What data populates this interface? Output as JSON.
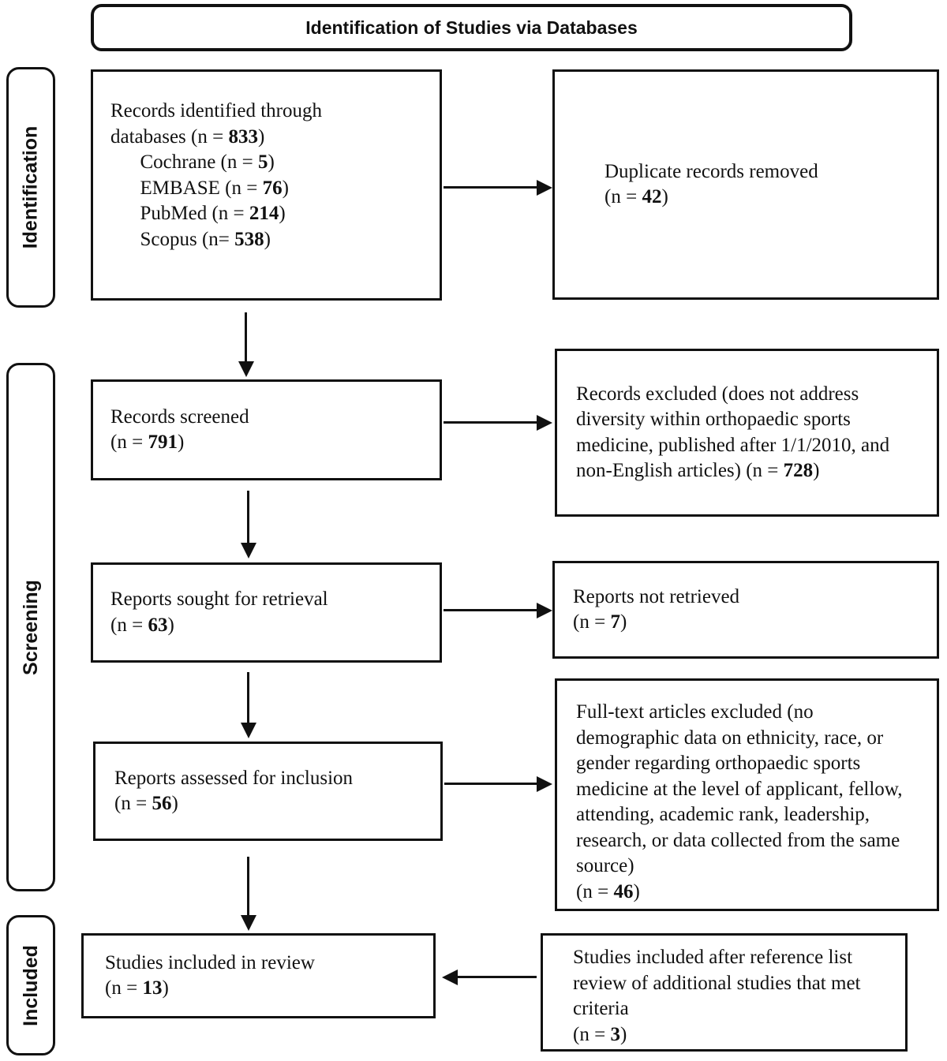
{
  "header": {
    "title": "Identification of Studies via Databases"
  },
  "sidebar": {
    "identification": "Identification",
    "screening": "Screening",
    "included": "Included"
  },
  "boxes": {
    "records_identified": {
      "lines": [
        "Records identified through",
        "databases (n = **833**)",
        "      Cochrane (n = **5**)",
        "      EMBASE (n = **76**)",
        "      PubMed (n = **214**)",
        "      Scopus (n= **538**)"
      ]
    },
    "duplicates_removed": {
      "lines": [
        "Duplicate records removed",
        "(n = **42**)"
      ]
    },
    "records_screened": {
      "lines": [
        "Records screened",
        "(n = **791**)"
      ]
    },
    "records_excluded": {
      "lines": [
        "Records excluded (does not address",
        "diversity within orthopaedic sports",
        "medicine, published after 1/1/2010, and",
        "non-English articles) (n = **728**)"
      ]
    },
    "reports_sought": {
      "lines": [
        "Reports sought for retrieval",
        "(n = **63**)"
      ]
    },
    "reports_not_retrieved": {
      "lines": [
        "Reports not retrieved",
        "(n = **7**)"
      ]
    },
    "reports_assessed": {
      "lines": [
        "Reports assessed for inclusion",
        "(n = **56**)"
      ]
    },
    "fulltext_excluded": {
      "lines": [
        "Full-text articles excluded (no",
        "demographic data on ethnicity, race, or",
        "gender regarding orthopaedic sports",
        "medicine at the level of applicant, fellow,",
        "attending, academic rank, leadership,",
        "research, or data collected from the same",
        "source)",
        "(n = **46**)"
      ]
    },
    "studies_included": {
      "lines": [
        "Studies included in review",
        "(n = **13**)"
      ]
    },
    "reference_list_included": {
      "lines": [
        "Studies included after reference list",
        "review of additional studies that met",
        "criteria",
        "(n = **3**)"
      ]
    }
  },
  "colors": {
    "ink": "#111111",
    "background": "#ffffff"
  }
}
